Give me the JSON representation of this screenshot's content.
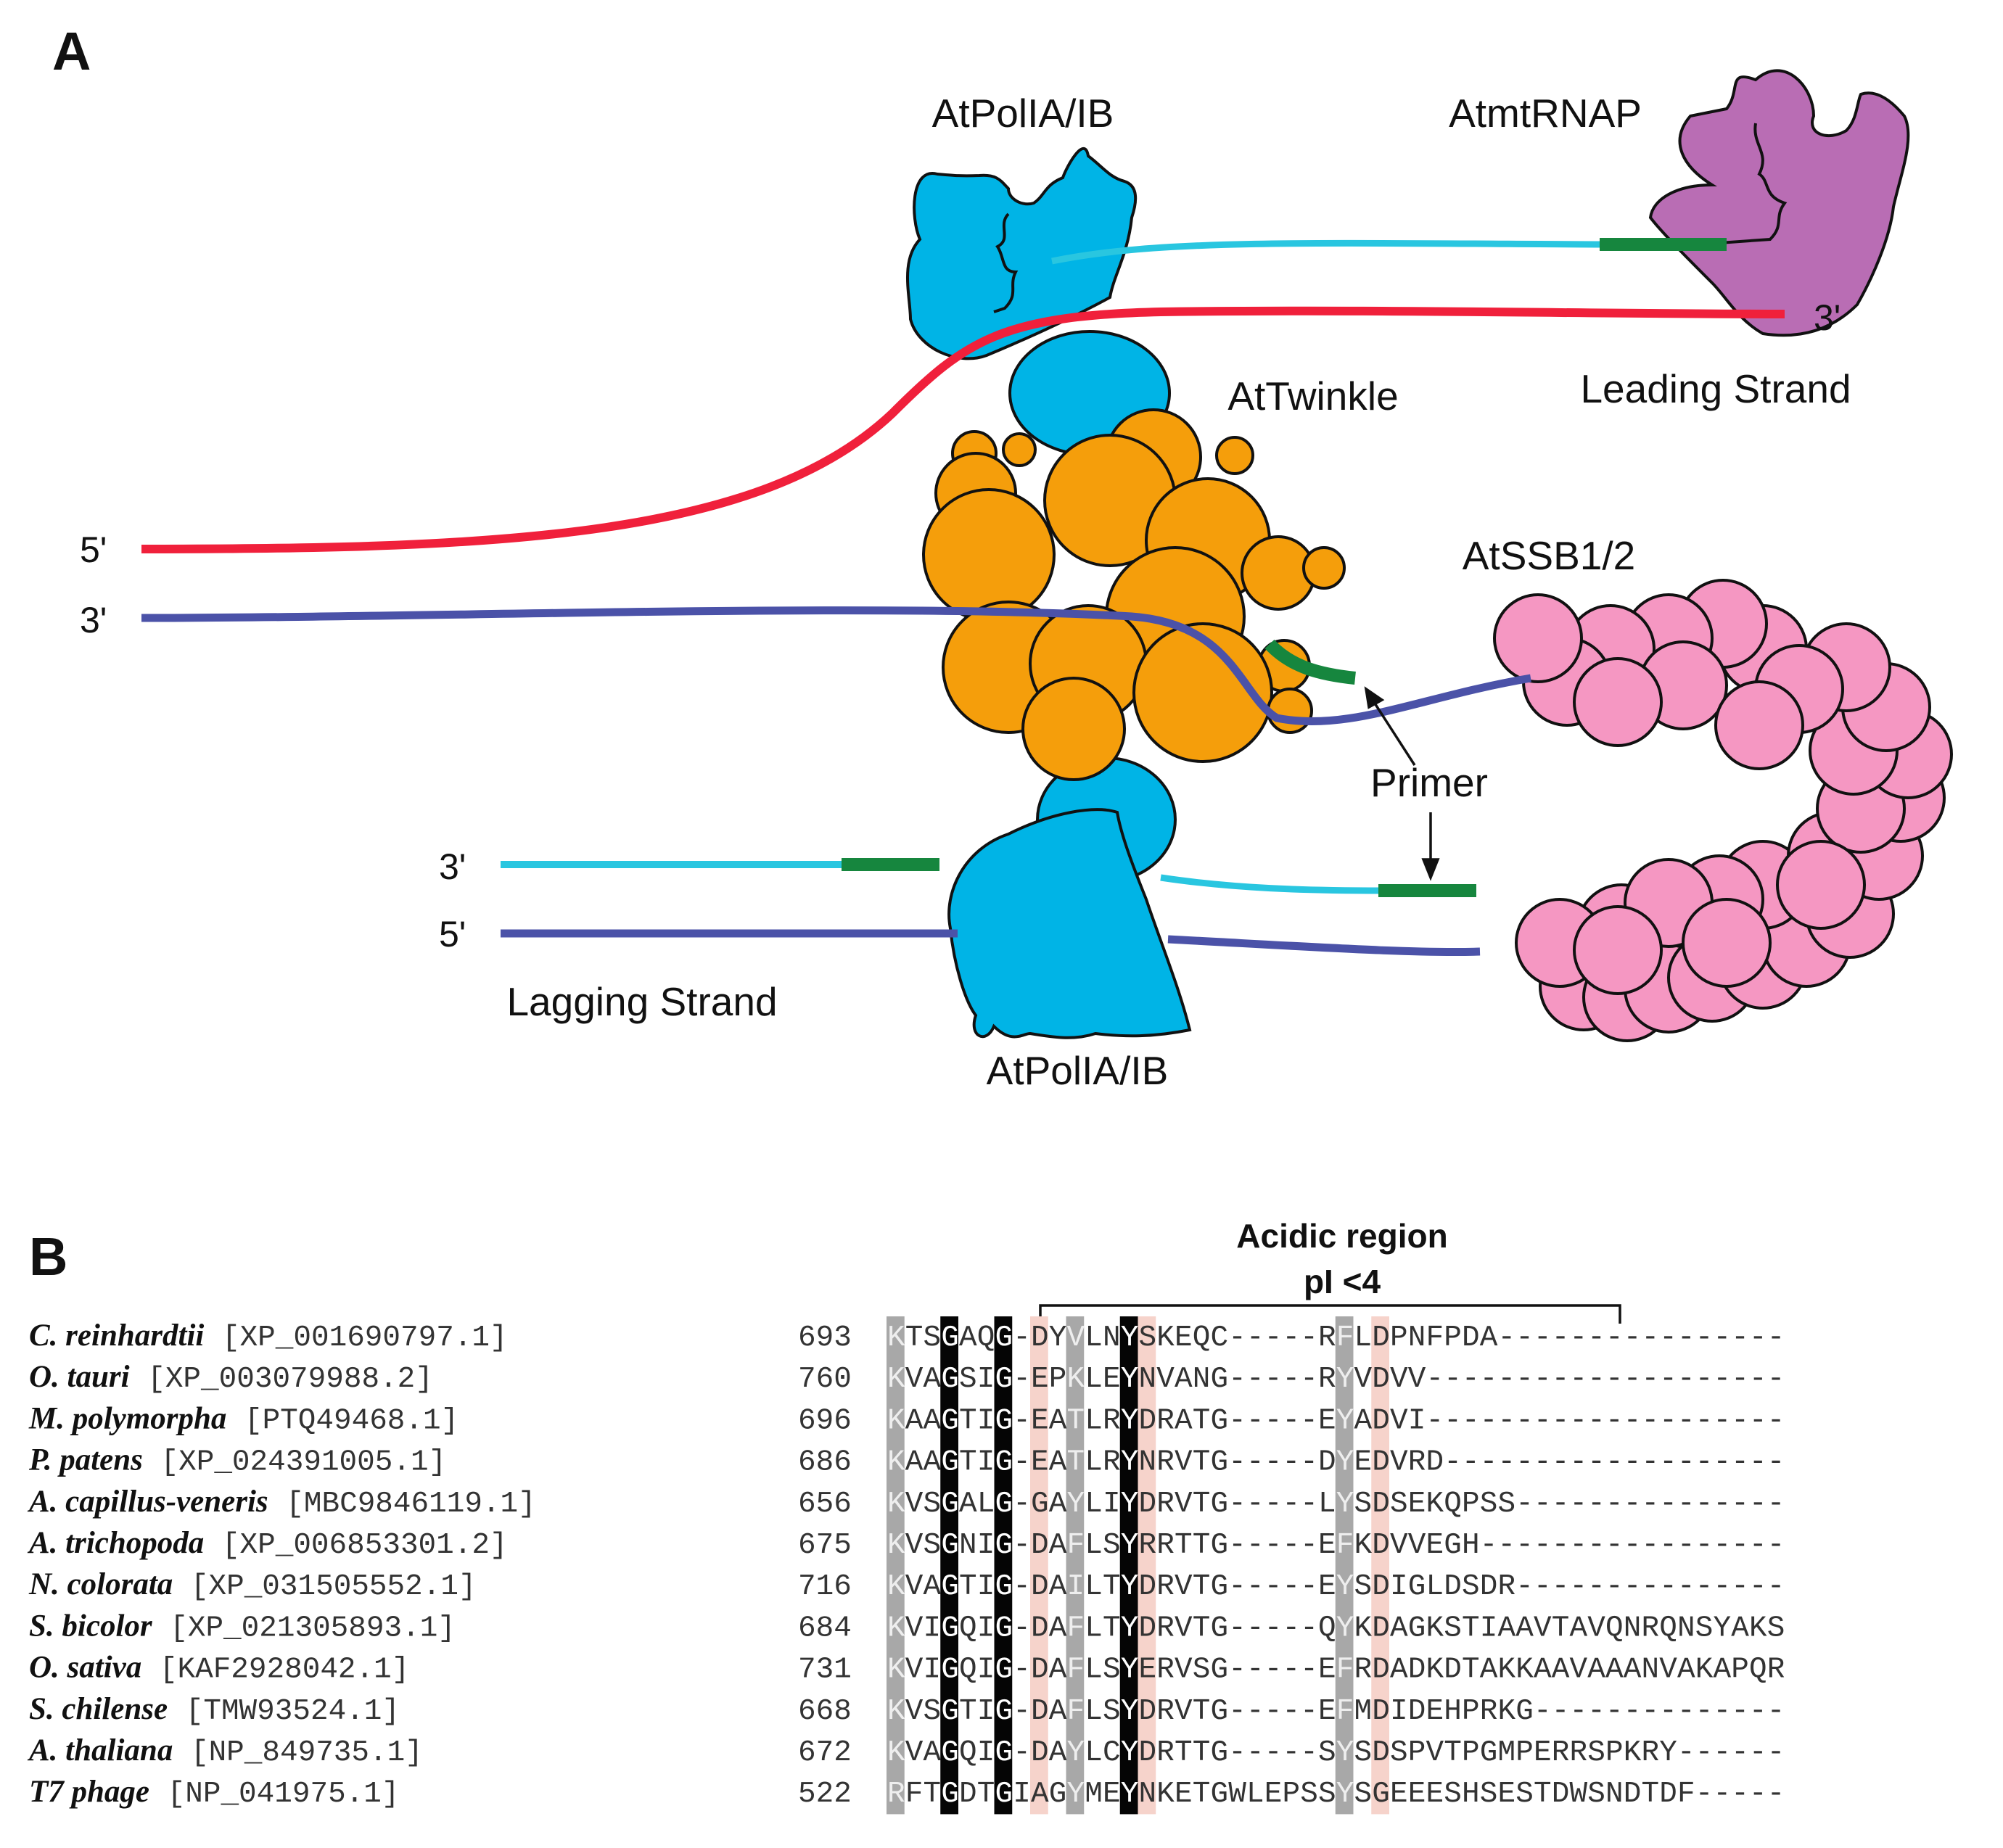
{
  "panels": {
    "a": "A",
    "b": "B"
  },
  "diagram": {
    "labels": {
      "pol_top": "AtPolIA/IB",
      "rnap": "AtmtRNAP",
      "twinkle": "AtTwinkle",
      "leading": "Leading Strand",
      "ssb": "AtSSB1/2",
      "primer": "Primer",
      "lagging": "Lagging Strand",
      "pol_bottom": "AtPolIA/IB",
      "lead_3prime": "3'",
      "parent_5prime": "5'",
      "parent_3prime": "3'",
      "lag_3prime": "3'",
      "lag_5prime": "5'"
    },
    "colors": {
      "polymerase": "#00b4e6",
      "rnap": "#b96db4",
      "twinkle": "#f59e0b",
      "ssb": "#f597c2",
      "leading_template": "#f0203b",
      "lagging_template": "#4b52a8",
      "new_dna": "#29c6e0",
      "primer": "#16863e"
    }
  },
  "alignment": {
    "header": {
      "title": "Acidic region",
      "subtitle": "pI <4"
    },
    "rows": [
      {
        "species": "C. reinhardtii",
        "accession": "[XP_001690797.1]",
        "start": "693",
        "seq": "KTSGAQG-DYVLNYSKEQC-----RFLDPNFPDA----------------"
      },
      {
        "species": "O. tauri",
        "accession": "[XP_003079988.2]",
        "start": "760",
        "seq": "KVAGSIG-EPKLEYNVANG-----RYVDVV--------------------"
      },
      {
        "species": "M. polymorpha",
        "accession": "[PTQ49468.1]",
        "start": "696",
        "seq": "KAAGTIG-EATLRYDRATG-----EYADVI--------------------"
      },
      {
        "species": "P. patens",
        "accession": "[XP_024391005.1]",
        "start": "686",
        "seq": "KAAGTIG-EATLRYNRVTG-----DYEDVRD-------------------"
      },
      {
        "species": "A. capillus-veneris",
        "accession": "[MBC9846119.1]",
        "start": "656",
        "seq": "KVSGALG-GAYLIYDRVTG-----LYSDSEKQPSS---------------"
      },
      {
        "species": "A. trichopoda",
        "accession": "[XP_006853301.2]",
        "start": "675",
        "seq": "KVSGNIG-DAFLSYRRTTG-----EFKDVVEGH-----------------"
      },
      {
        "species": "N. colorata",
        "accession": "[XP_031505552.1]",
        "start": "716",
        "seq": "KVAGTIG-DAILTYDRVTG-----EYSDIGLDSDR---------------"
      },
      {
        "species": "S. bicolor",
        "accession": "[XP_021305893.1]",
        "start": "684",
        "seq": "KVIGQIG-DAFLTYDRVTG-----QYKDAGKSTIAAVTAVQNRQNSYAKS"
      },
      {
        "species": "O. sativa",
        "accession": "[KAF2928042.1]",
        "start": "731",
        "seq": "KVIGQIG-DAFLSYERVSG-----EFRDADKDTAKKAAVAAANVAKAPQR"
      },
      {
        "species": "S. chilense",
        "accession": "[TMW93524.1]",
        "start": "668",
        "seq": "KVSGTIG-DAFLSYDRVTG-----EFMDIDEHPRKG--------------"
      },
      {
        "species": "A. thaliana",
        "accession": "[NP_849735.1]",
        "start": "672",
        "seq": "KVAGQIG-DAYLCYDRTTG-----SYSDSPVTPGMPERRSPKRY------"
      },
      {
        "species": "T7 phage",
        "accession": "[NP_041975.1]",
        "start": "522",
        "seq": "RFTGDTGIAGYMEYNKETGWLEPSSYSGEEESHSESTDWSNDTDF-----"
      }
    ],
    "shading": {
      "gray_columns": [
        0,
        10,
        25
      ],
      "black_columns": [
        3,
        6,
        13
      ],
      "pink_columns": [
        8,
        14,
        27
      ],
      "colors": {
        "gray": "#a8a8a8",
        "black": "#050505",
        "pink": "#f6d3cb"
      }
    }
  }
}
